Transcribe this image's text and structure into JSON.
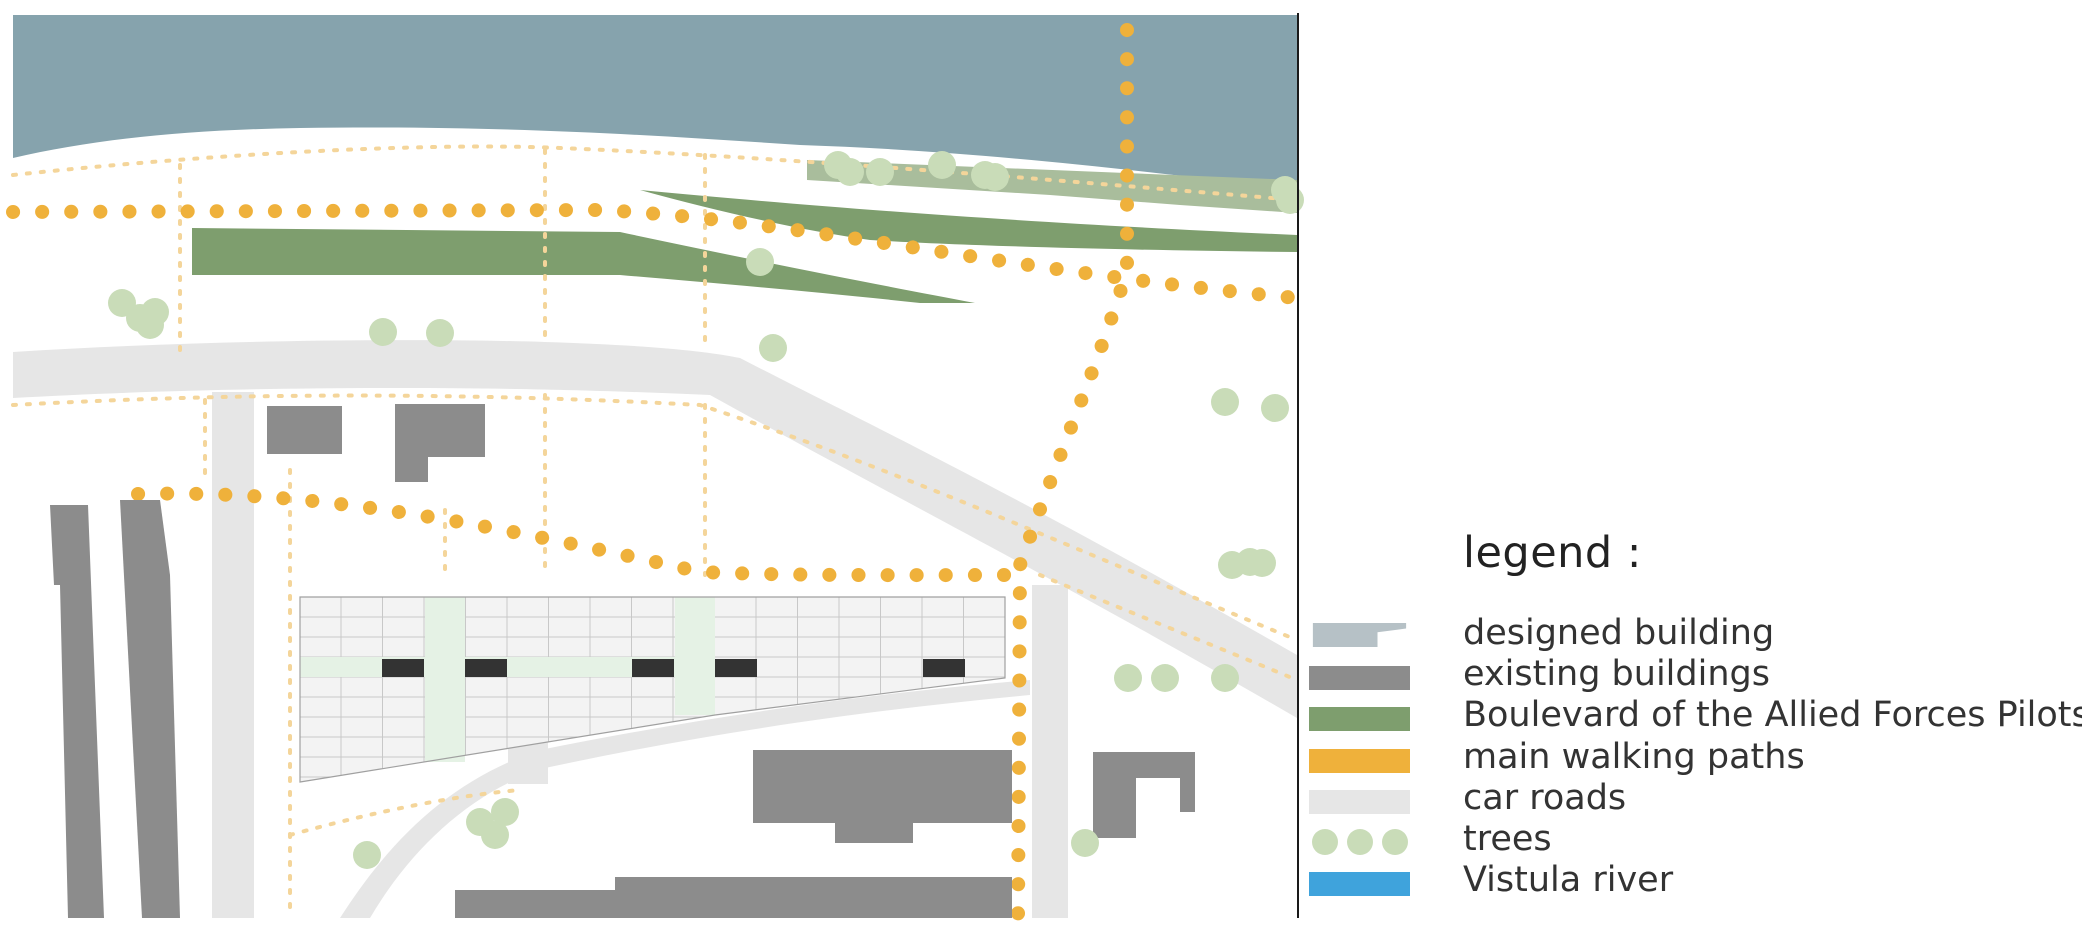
{
  "legend": {
    "title": "legend :",
    "items": [
      {
        "label": "designed building",
        "color": "#b6c1c6",
        "swatch": "designed-building"
      },
      {
        "label": "existing buildings",
        "color": "#8c8c8c",
        "swatch": "rect"
      },
      {
        "label": "Boulevard of the Allied Forces Pilots",
        "color": "#7e9e6e",
        "swatch": "rect"
      },
      {
        "label": "main walking paths",
        "color": "#efb13b",
        "swatch": "rect"
      },
      {
        "label": "car roads",
        "color": "#e6e6e6",
        "swatch": "rect"
      },
      {
        "label": "trees",
        "color": "#c9dcb8",
        "swatch": "dots"
      },
      {
        "label": "Vistula river",
        "color": "#3fa3dc",
        "swatch": "rect"
      }
    ]
  },
  "map": {
    "colors": {
      "river": "#86a3ad",
      "boulevard": "#7e9e6e",
      "boulevard_light": "#a9bd9c",
      "road": "#e6e6e6",
      "existing_building": "#8c8c8c",
      "dark_building": "#333333",
      "path_main": "#efb13b",
      "path_secondary": "#f4d59a",
      "tree": "#c9dcb8",
      "designed_grid": "#f3f3f3",
      "designed_stripe": "#e5f2e5"
    }
  }
}
